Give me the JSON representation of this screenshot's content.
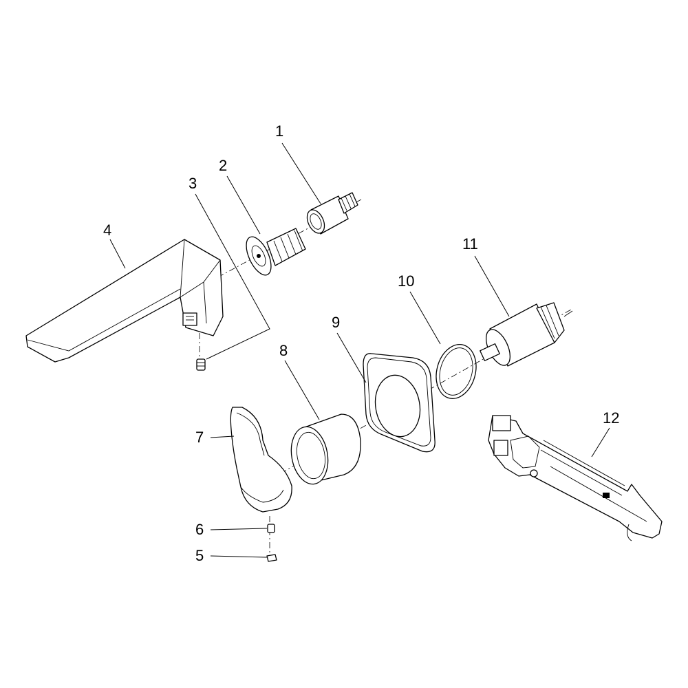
{
  "diagram": {
    "callouts": [
      {
        "id": "c1",
        "text": "1"
      },
      {
        "id": "c2",
        "text": "2"
      },
      {
        "id": "c3",
        "text": "3"
      },
      {
        "id": "c4",
        "text": "4"
      },
      {
        "id": "c5",
        "text": "5"
      },
      {
        "id": "c6",
        "text": "6"
      },
      {
        "id": "c7",
        "text": "7"
      },
      {
        "id": "c8",
        "text": "8"
      },
      {
        "id": "c9",
        "text": "9"
      },
      {
        "id": "c10",
        "text": "10"
      },
      {
        "id": "c11",
        "text": "11"
      },
      {
        "id": "c12",
        "text": "12"
      }
    ],
    "parts": [
      {
        "callout": "1",
        "name": "thread-adapter"
      },
      {
        "callout": "2",
        "name": "flow-regulator"
      },
      {
        "callout": "3",
        "name": "set-screw"
      },
      {
        "callout": "4",
        "name": "spout"
      },
      {
        "callout": "5",
        "name": "handle-screw"
      },
      {
        "callout": "6",
        "name": "handle-cap"
      },
      {
        "callout": "7",
        "name": "lever-handle"
      },
      {
        "callout": "8",
        "name": "handle-sleeve"
      },
      {
        "callout": "9",
        "name": "square-escutcheon"
      },
      {
        "callout": "10",
        "name": "o-ring"
      },
      {
        "callout": "11",
        "name": "cartridge"
      },
      {
        "callout": "12",
        "name": "installation-wrench"
      }
    ]
  }
}
